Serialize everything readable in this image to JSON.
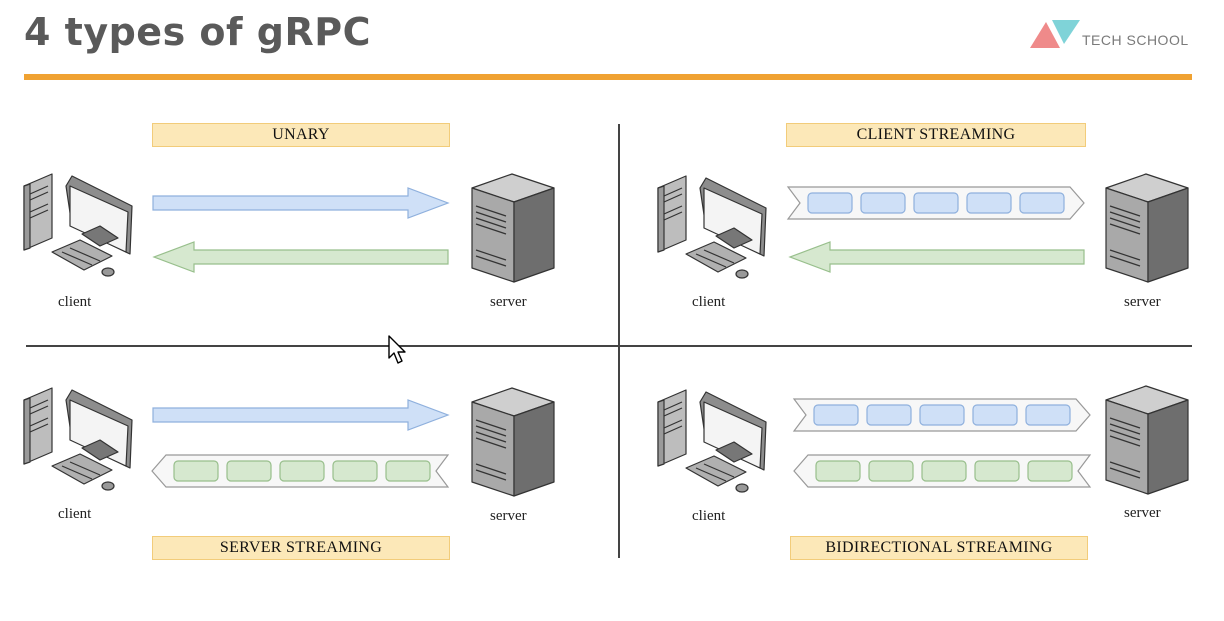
{
  "slide": {
    "title": "4 types of gRPC",
    "logo_text": "TECH SCHOOL"
  },
  "colors": {
    "accent_rule": "#f0a232",
    "label_fill": "#fce8b8",
    "request_blue": "#cfe0f7",
    "response_green": "#d6e8cf"
  },
  "quadrants": {
    "unary": {
      "label": "UNARY",
      "client": "client",
      "server": "server"
    },
    "client_streaming": {
      "label": "CLIENT STREAMING",
      "client": "client",
      "server": "server"
    },
    "server_streaming": {
      "label": "SERVER STREAMING",
      "client": "client",
      "server": "server"
    },
    "bidirectional_streaming": {
      "label": "BIDIRECTIONAL STREAMING",
      "client": "client",
      "server": "server"
    }
  }
}
